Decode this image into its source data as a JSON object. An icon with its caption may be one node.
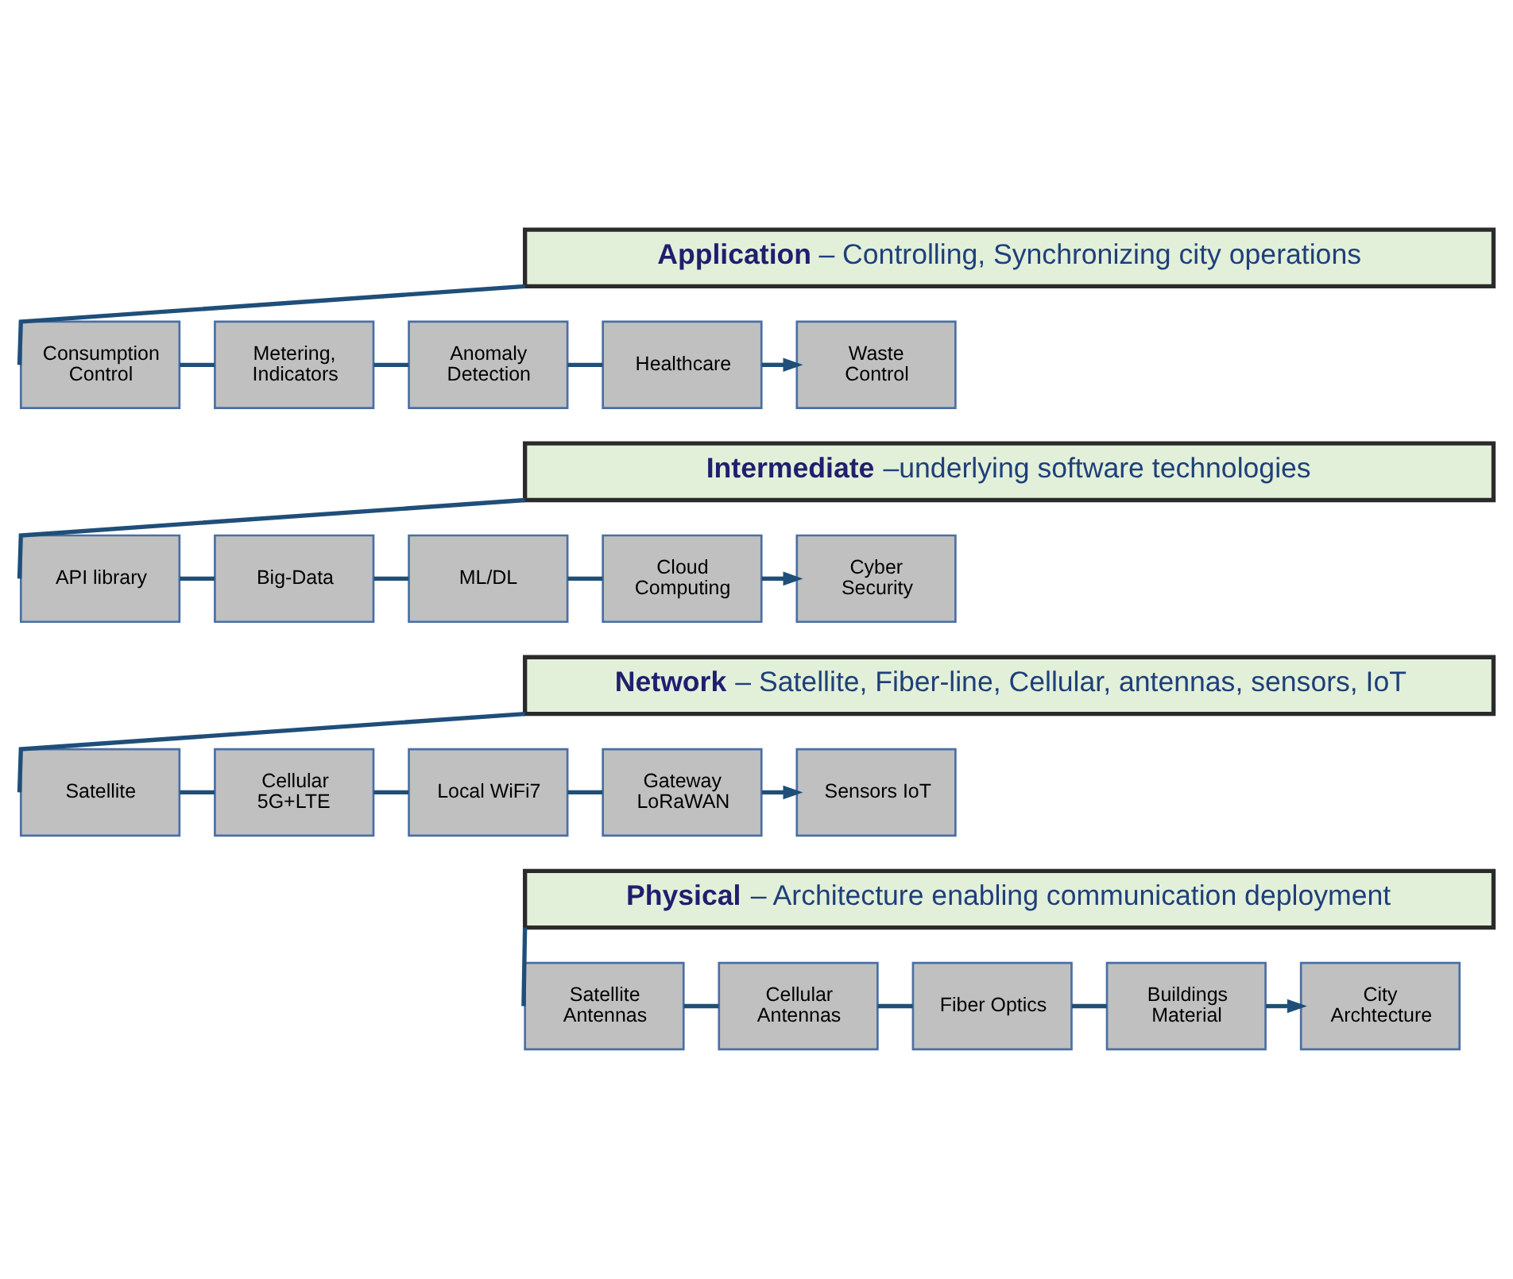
{
  "diagram": {
    "nodes": [
      {
        "text": [
          "Application",
          "– Controlling, Synchronizing city operations"
        ]
      },
      {
        "text": [
          "Consumption Control"
        ]
      },
      {
        "text": [
          "Metering, Indicators"
        ]
      },
      {
        "text": [
          "Anomaly Detection"
        ]
      },
      {
        "text": [
          "Healthcare"
        ]
      },
      {
        "text": [
          "Waste Control"
        ]
      },
      {
        "text": [
          "Intermediate",
          "–underlying software technologies"
        ]
      },
      {
        "text": [
          "API library"
        ]
      },
      {
        "text": [
          "Big-Data"
        ]
      },
      {
        "text": [
          "ML/DL"
        ]
      },
      {
        "text": [
          "Cloud Computing"
        ]
      },
      {
        "text": [
          "Cyber Security"
        ]
      },
      {
        "text": [
          "Network",
          "– Satellite, Fiber-line, Cellular, antennas, sensors, IoT"
        ]
      },
      {
        "text": [
          "Satellite"
        ]
      },
      {
        "text": [
          "Cellular 5G+LTE"
        ]
      },
      {
        "text": [
          "Local WiFi7"
        ]
      },
      {
        "text": [
          "Gateway LoRaWAN"
        ]
      },
      {
        "text": [
          "Sensors IoT"
        ]
      },
      {
        "text": [
          "Physical",
          "– Architecture enabling communication deployment"
        ]
      },
      {
        "text": [
          "Satellite Antennas"
        ]
      },
      {
        "text": [
          "Cellular Antennas"
        ]
      },
      {
        "text": [
          "Fiber Optics"
        ]
      },
      {
        "text": [
          "Buildings Material"
        ]
      },
      {
        "text": [
          "City Archtecture"
        ]
      }
    ],
    "edges": [
      {
        "from": 0,
        "to": 1,
        "arrow": "none"
      },
      {
        "from": 1,
        "to": 2,
        "arrow": "none"
      },
      {
        "from": 2,
        "to": 3,
        "arrow": "none"
      },
      {
        "from": 3,
        "to": 4,
        "arrow": "none"
      },
      {
        "from": 4,
        "to": 5,
        "arrow": "to"
      },
      {
        "from": 6,
        "to": 7,
        "arrow": "none"
      },
      {
        "from": 7,
        "to": 8,
        "arrow": "none"
      },
      {
        "from": 8,
        "to": 9,
        "arrow": "none"
      },
      {
        "from": 9,
        "to": 10,
        "arrow": "none"
      },
      {
        "from": 10,
        "to": 11,
        "arrow": "to"
      },
      {
        "from": 12,
        "to": 13,
        "arrow": "none"
      },
      {
        "from": 13,
        "to": 14,
        "arrow": "none"
      },
      {
        "from": 14,
        "to": 15,
        "arrow": "none"
      },
      {
        "from": 15,
        "to": 16,
        "arrow": "none"
      },
      {
        "from": 16,
        "to": 17,
        "arrow": "to"
      },
      {
        "from": 18,
        "to": 19,
        "arrow": "none"
      },
      {
        "from": 19,
        "to": 20,
        "arrow": "none"
      },
      {
        "from": 20,
        "to": 21,
        "arrow": "none"
      },
      {
        "from": 21,
        "to": 22,
        "arrow": "none"
      },
      {
        "from": 22,
        "to": 23,
        "arrow": "to"
      }
    ]
  }
}
